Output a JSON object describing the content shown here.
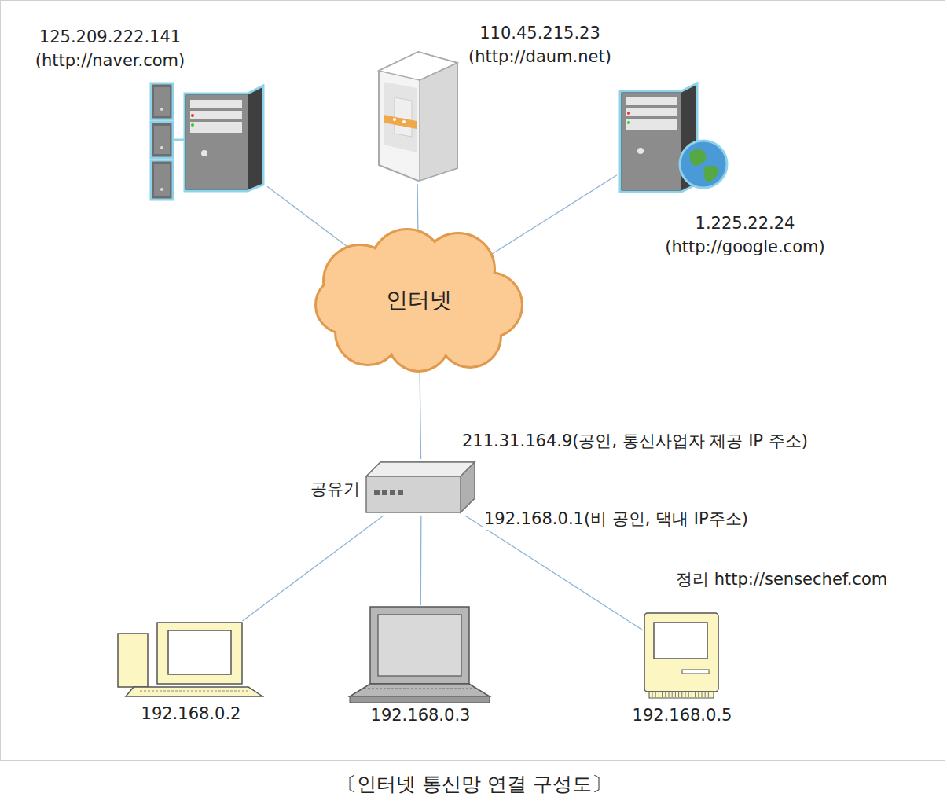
{
  "diagram": {
    "caption": "〔인터넷 통신망 연결 구성도〕",
    "nodes": [
      {
        "text": [
          "125.209.222.141",
          "(http://naver.com)"
        ]
      },
      {
        "text": [
          "110.45.215.23",
          "(http://daum.net)"
        ]
      },
      {
        "text": [
          "1.225.22.24",
          "(http://google.com)"
        ]
      },
      {
        "text": [
          "인터넷"
        ]
      },
      {
        "text": [
          "공유기"
        ]
      },
      {
        "text": [
          "192.168.0.2"
        ]
      },
      {
        "text": [
          "192.168.0.3"
        ]
      },
      {
        "text": [
          "192.168.0.5"
        ]
      }
    ],
    "edges": [
      {
        "from": 0,
        "to": 3,
        "arrow": "none"
      },
      {
        "from": 1,
        "to": 3,
        "arrow": "none"
      },
      {
        "from": 2,
        "to": 3,
        "arrow": "none"
      },
      {
        "from": 3,
        "to": 4,
        "arrow": "none"
      },
      {
        "from": 4,
        "to": 5,
        "arrow": "none"
      },
      {
        "from": 4,
        "to": 6,
        "arrow": "none"
      },
      {
        "from": 4,
        "to": 7,
        "arrow": "none"
      }
    ],
    "labels": [
      "211.31.164.9(공인, 통신사업자 제공 IP 주소)",
      "192.168.0.1(비 공인, 댁내 IP주소)",
      "정리 http://sensechef.com"
    ]
  }
}
